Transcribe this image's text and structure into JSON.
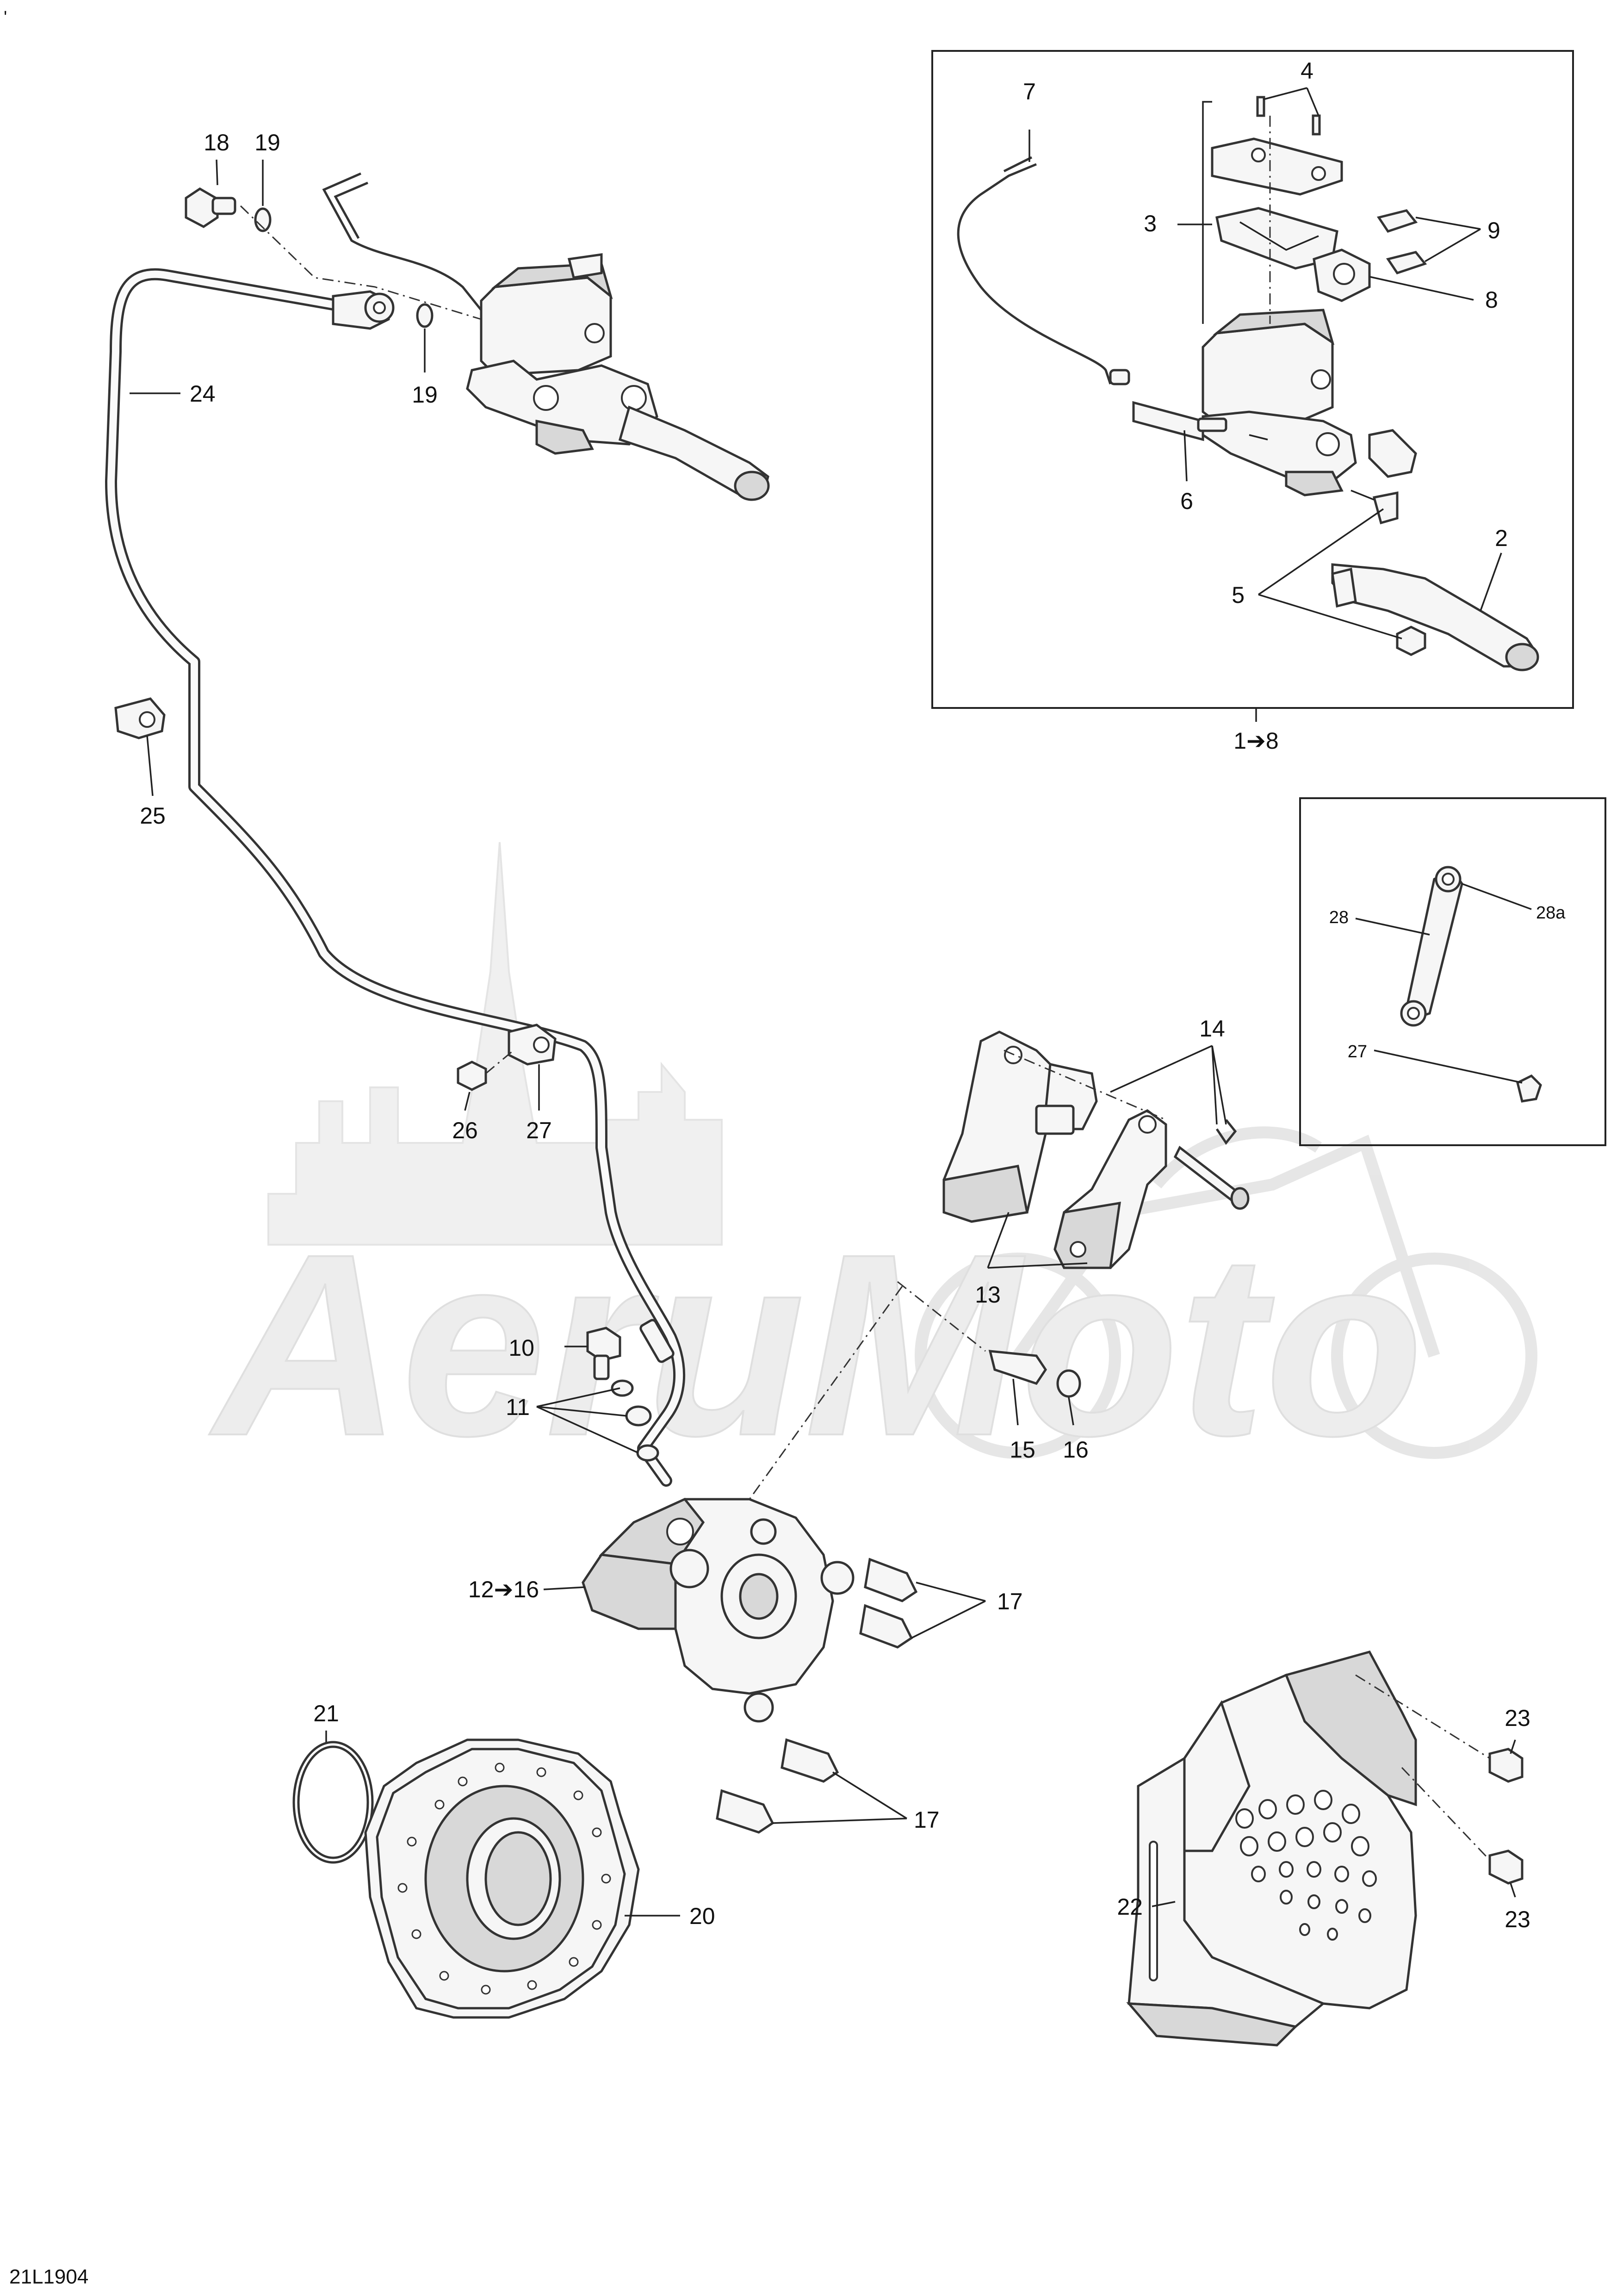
{
  "top_mark": "'",
  "diagram_code": "21L1904",
  "watermark": "AeruMoto",
  "callouts": [
    {
      "id": "c1",
      "text": "1➔8"
    },
    {
      "id": "c2",
      "text": "2"
    },
    {
      "id": "c3",
      "text": "3"
    },
    {
      "id": "c4",
      "text": "4"
    },
    {
      "id": "c5",
      "text": "5"
    },
    {
      "id": "c6",
      "text": "6"
    },
    {
      "id": "c7",
      "text": "7"
    },
    {
      "id": "c8",
      "text": "8"
    },
    {
      "id": "c9",
      "text": "9"
    },
    {
      "id": "c10",
      "text": "10"
    },
    {
      "id": "c11",
      "text": "11"
    },
    {
      "id": "c12",
      "text": "12➔16"
    },
    {
      "id": "c13",
      "text": "13"
    },
    {
      "id": "c14",
      "text": "14"
    },
    {
      "id": "c15",
      "text": "15"
    },
    {
      "id": "c16",
      "text": "16"
    },
    {
      "id": "c17a",
      "text": "17"
    },
    {
      "id": "c17b",
      "text": "17"
    },
    {
      "id": "c18",
      "text": "18"
    },
    {
      "id": "c19a",
      "text": "19"
    },
    {
      "id": "c19b",
      "text": "19"
    },
    {
      "id": "c20",
      "text": "20"
    },
    {
      "id": "c21",
      "text": "21"
    },
    {
      "id": "c22",
      "text": "22"
    },
    {
      "id": "c23a",
      "text": "23"
    },
    {
      "id": "c23b",
      "text": "23"
    },
    {
      "id": "c24",
      "text": "24"
    },
    {
      "id": "c25",
      "text": "25"
    },
    {
      "id": "c26",
      "text": "26"
    },
    {
      "id": "c27a",
      "text": "27"
    },
    {
      "id": "c27b",
      "text": "27"
    },
    {
      "id": "c28",
      "text": "28"
    },
    {
      "id": "c28a",
      "text": "28a"
    }
  ]
}
